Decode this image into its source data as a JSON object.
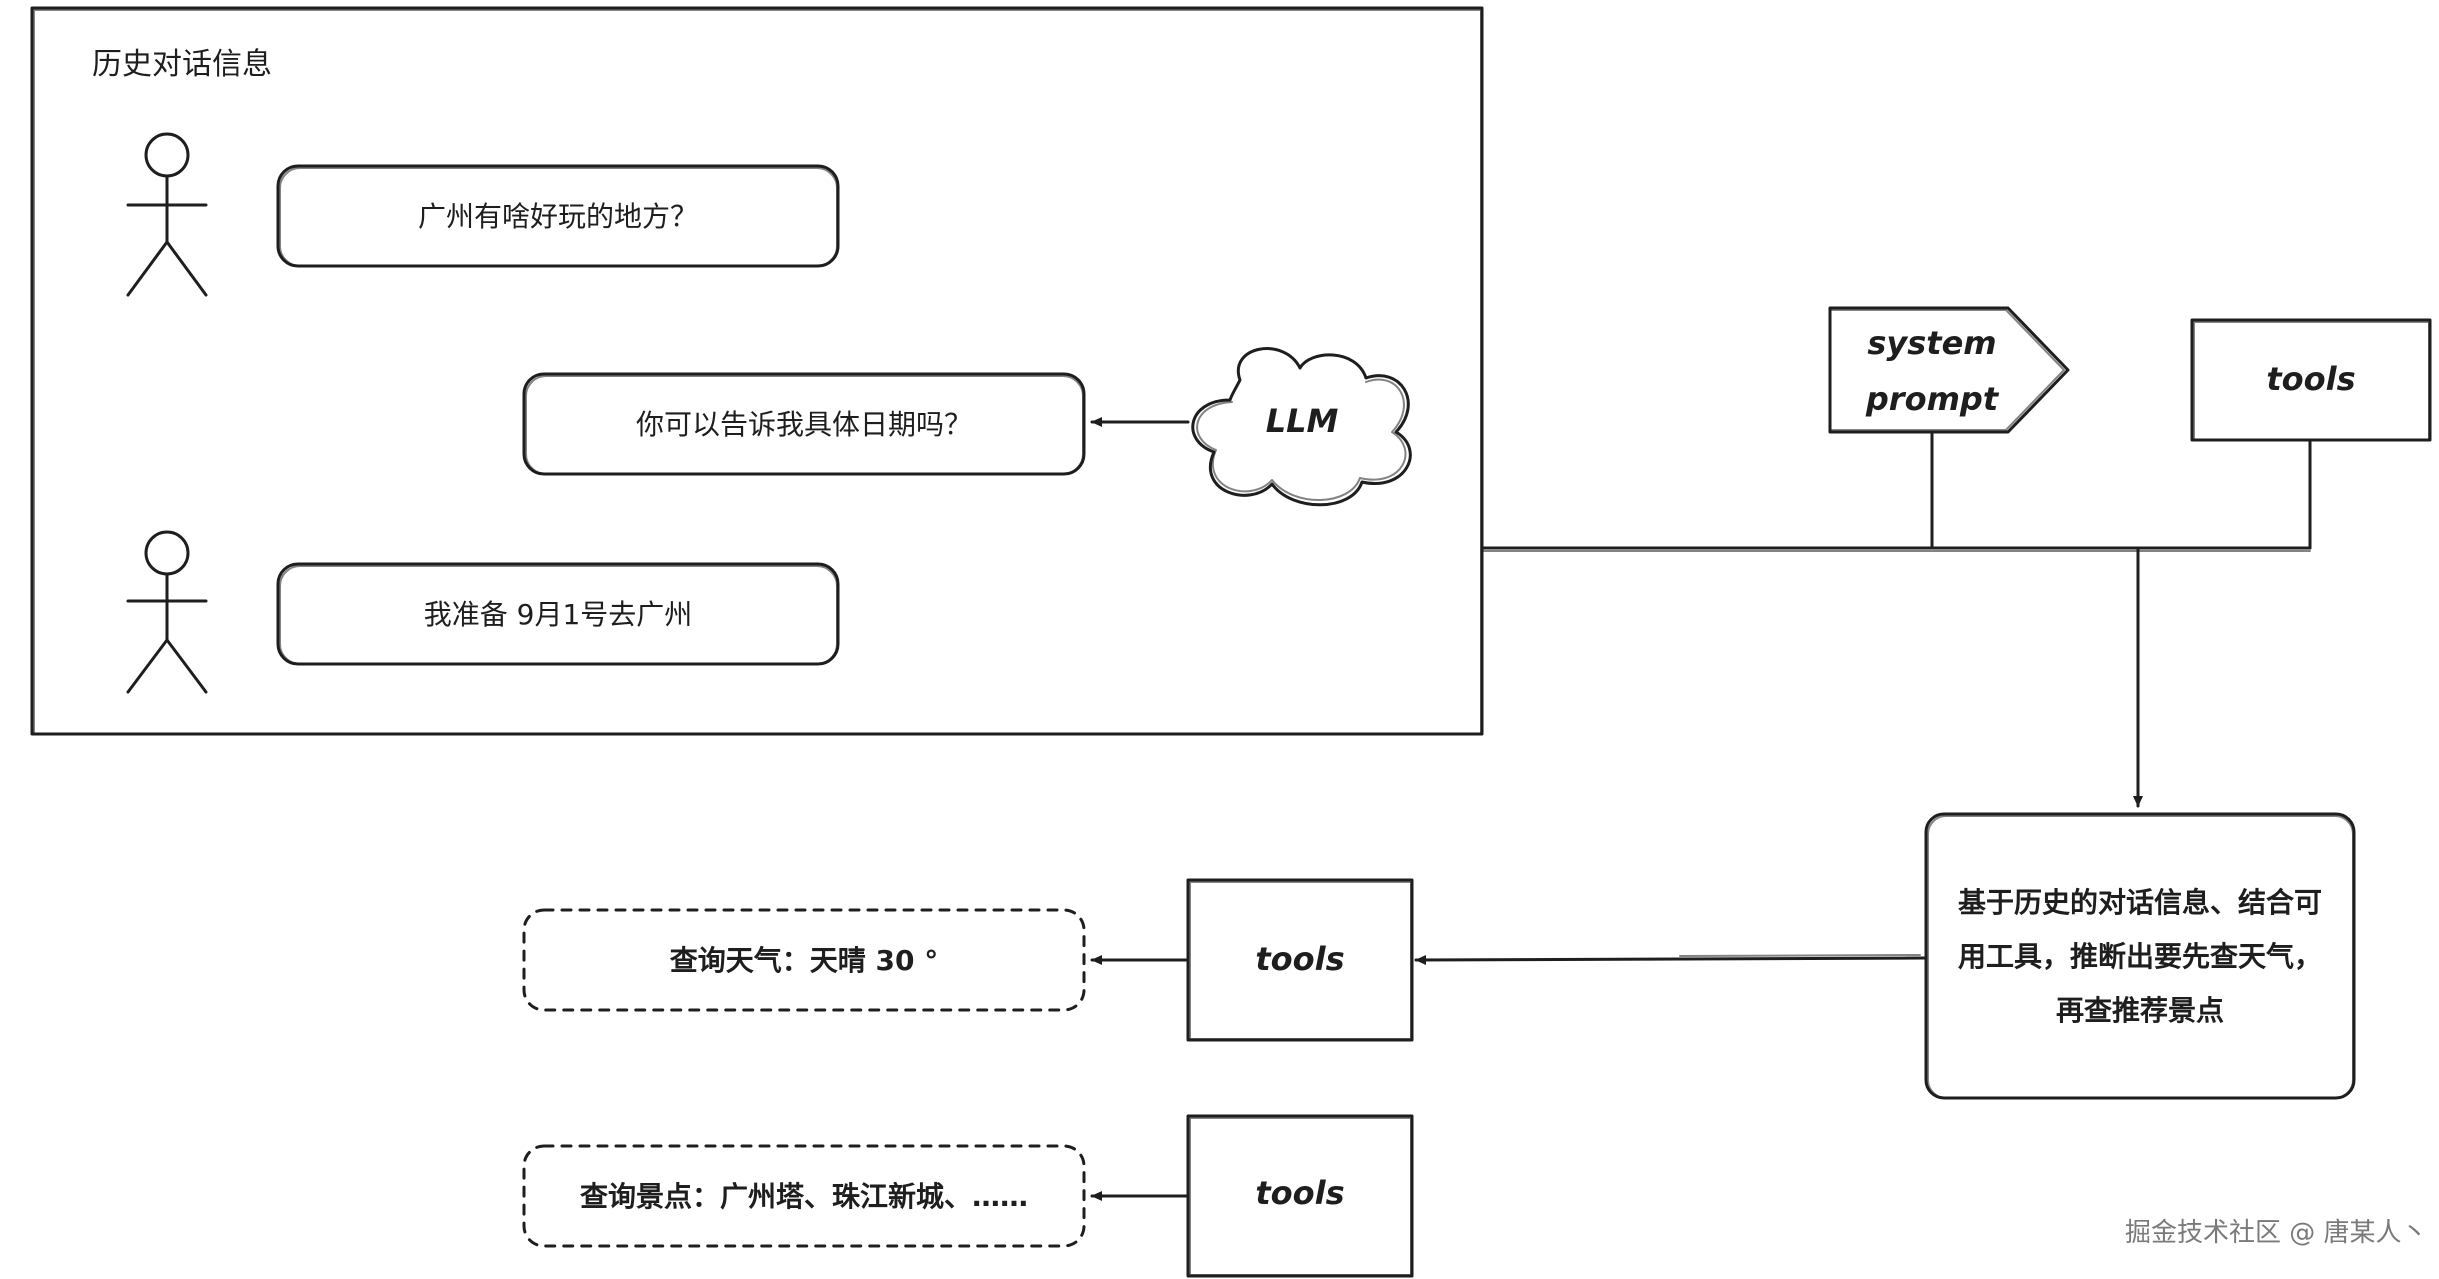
{
  "history": {
    "title": "历史对话信息",
    "user_message_1": "广州有啥好玩的地方？",
    "llm_reply": "你可以告诉我具体日期吗？",
    "user_message_2": "我准备 9月1号去广州"
  },
  "llm": {
    "label": "LLM"
  },
  "system_prompt": {
    "line1": "system",
    "line2": "prompt"
  },
  "tools_top": {
    "label": "tools"
  },
  "reasoning": {
    "line1": "基于历史的对话信息、结合可",
    "line2": "用工具，推断出要先查天气，",
    "line3": "再查推荐景点"
  },
  "tools_weather": {
    "label": "tools"
  },
  "weather_result": {
    "text": "查询天气：天晴 30 °"
  },
  "tools_spots": {
    "label": "tools"
  },
  "spots_result": {
    "text": "查询景点：广州塔、珠江新城、……"
  },
  "watermark": {
    "text": "掘金技术社区 @ 唐某人丶"
  }
}
